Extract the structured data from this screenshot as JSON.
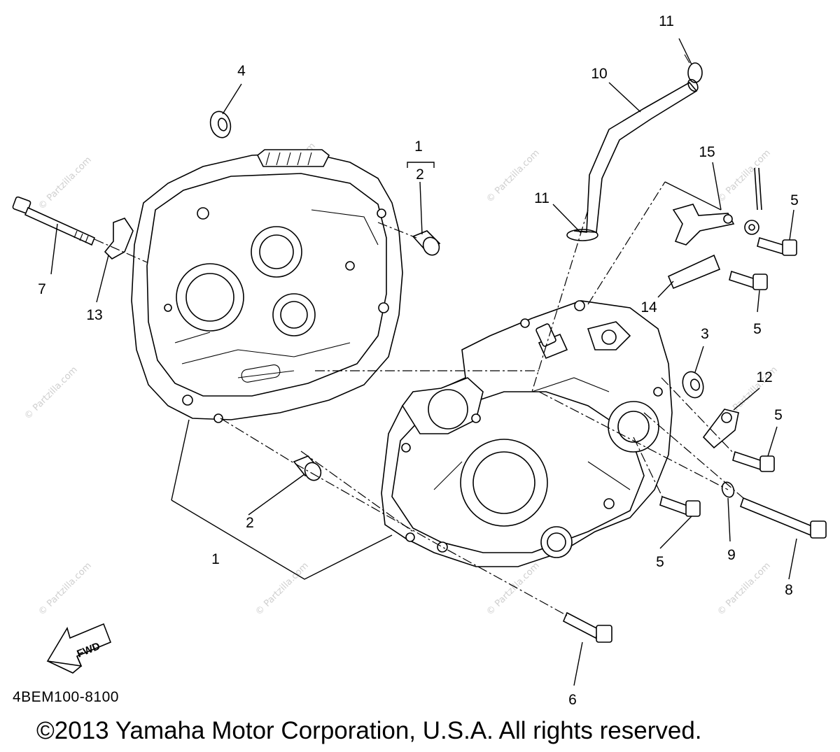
{
  "diagram": {
    "callouts": {
      "c1a": "1",
      "c2a": "2",
      "c1b": "1",
      "c2b": "2",
      "c3": "3",
      "c4": "4",
      "c5a": "5",
      "c5b": "5",
      "c5c": "5",
      "c5d": "5",
      "c6": "6",
      "c7": "7",
      "c8": "8",
      "c9": "9",
      "c10": "10",
      "c11a": "11",
      "c11b": "11",
      "c12": "12",
      "c13": "13",
      "c14": "14",
      "c15": "15"
    },
    "fwd_label": "FWD",
    "watermark": "© Partzilla.com"
  },
  "doc_code": "4BEM100-8100",
  "copyright": "©2013 Yamaha Motor Corporation, U.S.A. All rights reserved."
}
